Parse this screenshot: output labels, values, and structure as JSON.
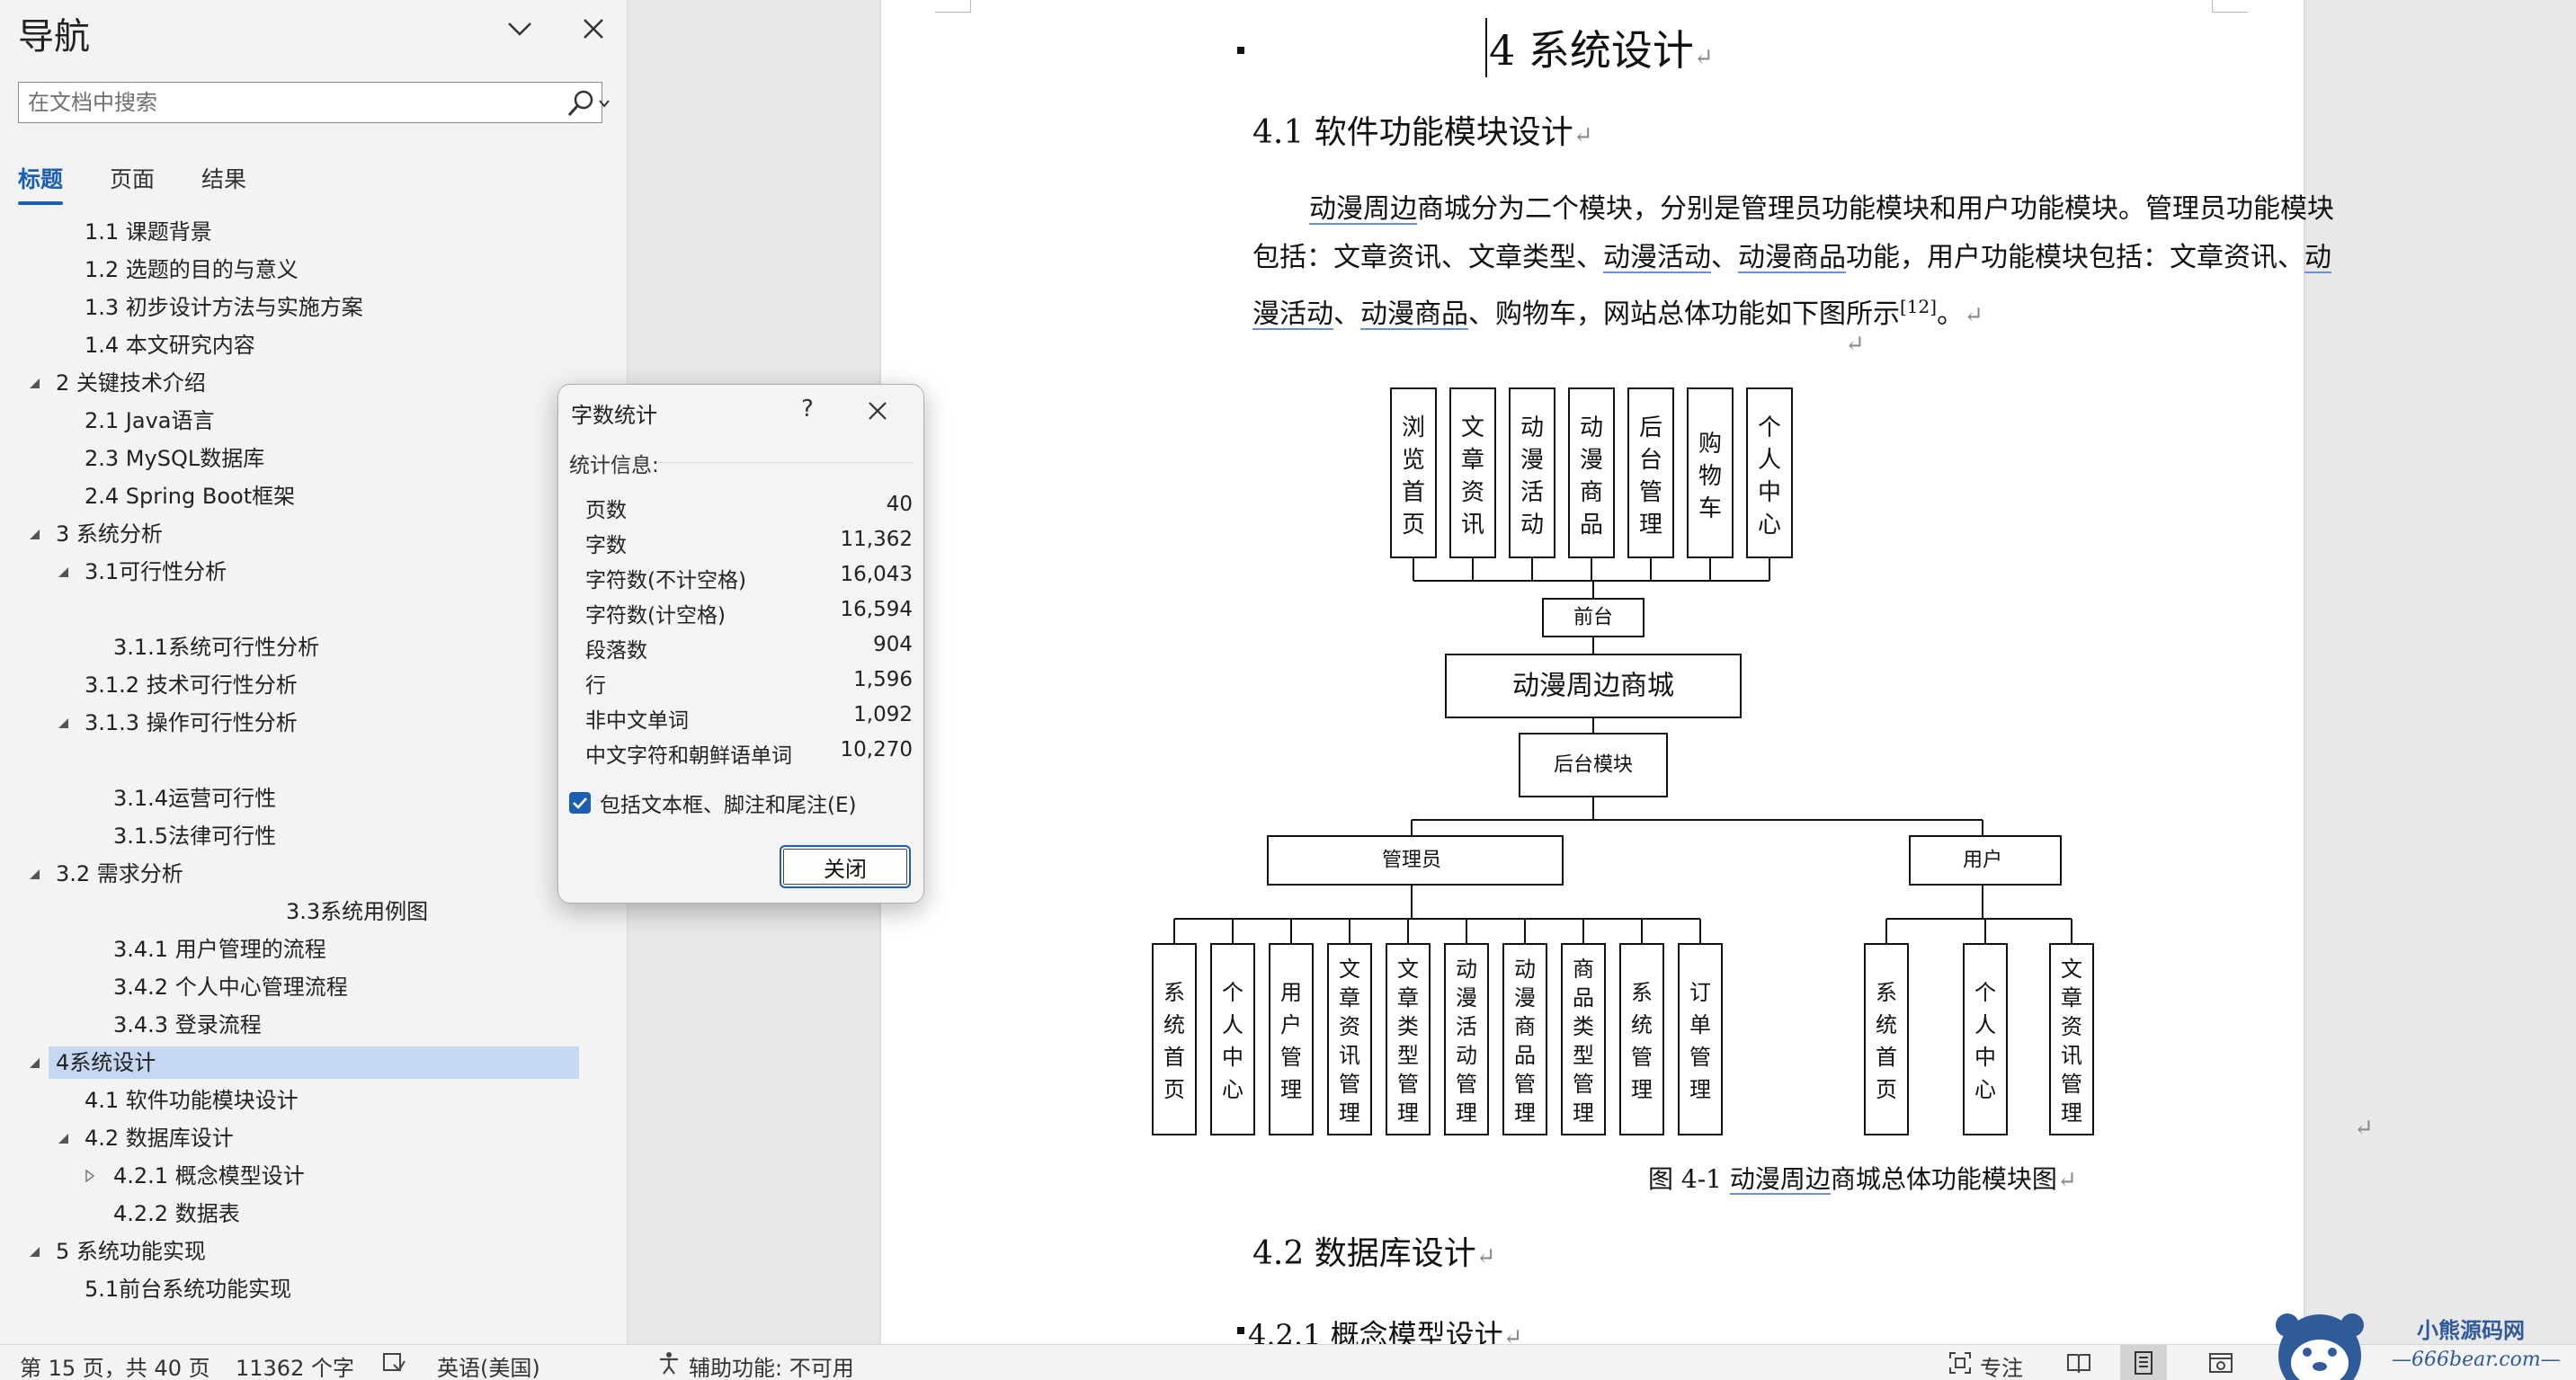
{
  "nav": {
    "title": "导航",
    "search_placeholder": "在文档中搜索",
    "tabs": [
      "标题",
      "页面",
      "结果"
    ],
    "tree": [
      {
        "label": "1.1 课题背景"
      },
      {
        "label": "1.2 选题的目的与意义"
      },
      {
        "label": "1.3 初步设计方法与实施方案"
      },
      {
        "label": "1.4 本文研究内容"
      },
      {
        "label": "2 关键技术介绍"
      },
      {
        "label": "2.1 Java语言"
      },
      {
        "label": "2.3 MySQL数据库"
      },
      {
        "label": "2.4 Spring Boot框架"
      },
      {
        "label": "3 系统分析"
      },
      {
        "label": "3.1可行性分析"
      },
      {
        "label": "3.1.1系统可行性分析"
      },
      {
        "label": "3.1.2 技术可行性分析"
      },
      {
        "label": "3.1.3 操作可行性分析"
      },
      {
        "label": "3.1.4运营可行性"
      },
      {
        "label": "3.1.5法律可行性"
      },
      {
        "label": "3.2 需求分析"
      },
      {
        "label": "3.3系统用例图"
      },
      {
        "label": "3.4.1 用户管理的流程"
      },
      {
        "label": "3.4.2 个人中心管理流程"
      },
      {
        "label": "3.4.3 登录流程"
      },
      {
        "label": "4系统设计"
      },
      {
        "label": "4.1 软件功能模块设计"
      },
      {
        "label": "4.2 数据库设计"
      },
      {
        "label": "4.2.1 概念模型设计"
      },
      {
        "label": "4.2.2 数据表"
      },
      {
        "label": "5 系统功能实现"
      },
      {
        "label": "5.1前台系统功能实现"
      }
    ]
  },
  "dialog": {
    "title": "字数统计",
    "help": "?",
    "section": "统计信息:",
    "rows": [
      {
        "label": "页数",
        "value": "40"
      },
      {
        "label": "字数",
        "value": "11,362"
      },
      {
        "label": "字符数(不计空格)",
        "value": "16,043"
      },
      {
        "label": "字符数(计空格)",
        "value": "16,594"
      },
      {
        "label": "段落数",
        "value": "904"
      },
      {
        "label": "行",
        "value": "1,596"
      },
      {
        "label": "非中文单词",
        "value": "1,092"
      },
      {
        "label": "中文字符和朝鲜语单词",
        "value": "10,270"
      }
    ],
    "checkbox_label": "包括文本框、脚注和尾注(E)",
    "close_button": "关闭"
  },
  "doc": {
    "h1": "4 系统设计",
    "h2_1": "4.1  软件功能模块设计",
    "para": {
      "l1_link": "动漫周边",
      "l1_rest": "商城分为二个模块，分别是管理员功能模块和用户功能模块。管理员功能模块",
      "l2_a": "包括：文章资讯、文章类型、",
      "l2_link1": "动漫活动",
      "l2_b": "、",
      "l2_link2": "动漫商品",
      "l2_c": "功能，用户功能模块包括：文章资讯、",
      "l2_link3": "动",
      "l3_link1": "漫活动",
      "l3_a": "、",
      "l3_link2": "动漫商品",
      "l3_b": "、购物车，网站总体功能如下图所示",
      "l3_sup": "[12]",
      "l3_c": "。"
    },
    "para_mark": "↵",
    "caption_a": "图 4-1 ",
    "caption_link": "动漫周边",
    "caption_b": "商城总体功能模块图",
    "h2_2": "4.2  数据库设计",
    "h3_partial": "4.2.1  概念模型设计"
  },
  "diagram": {
    "front_modules": [
      "浏览首页",
      "文章资讯",
      "动漫活动",
      "动漫商品",
      "后台管理",
      "购物车",
      "个人中心"
    ],
    "front_label": "前台",
    "center_label": "动漫周边商城",
    "back_label": "后台模块",
    "admin_label": "管理员",
    "user_label": "用户",
    "admin_modules": [
      "系统首页",
      "个人中心",
      "用户管理",
      "文章资讯管理",
      "文章类型管理",
      "动漫活动管理",
      "动漫商品管理",
      "商品类型管理",
      "系统管理",
      "订单管理"
    ],
    "user_modules": [
      "系统首页",
      "个人中心",
      "文章资讯管理"
    ]
  },
  "status": {
    "page": "第 15 页，共 40 页",
    "words": "11362 个字",
    "language": "英语(美国)",
    "accessibility": "辅助功能: 不可用",
    "focus": "专注"
  },
  "watermark": {
    "name": "小熊源码网",
    "url": "—666bear.com—"
  }
}
